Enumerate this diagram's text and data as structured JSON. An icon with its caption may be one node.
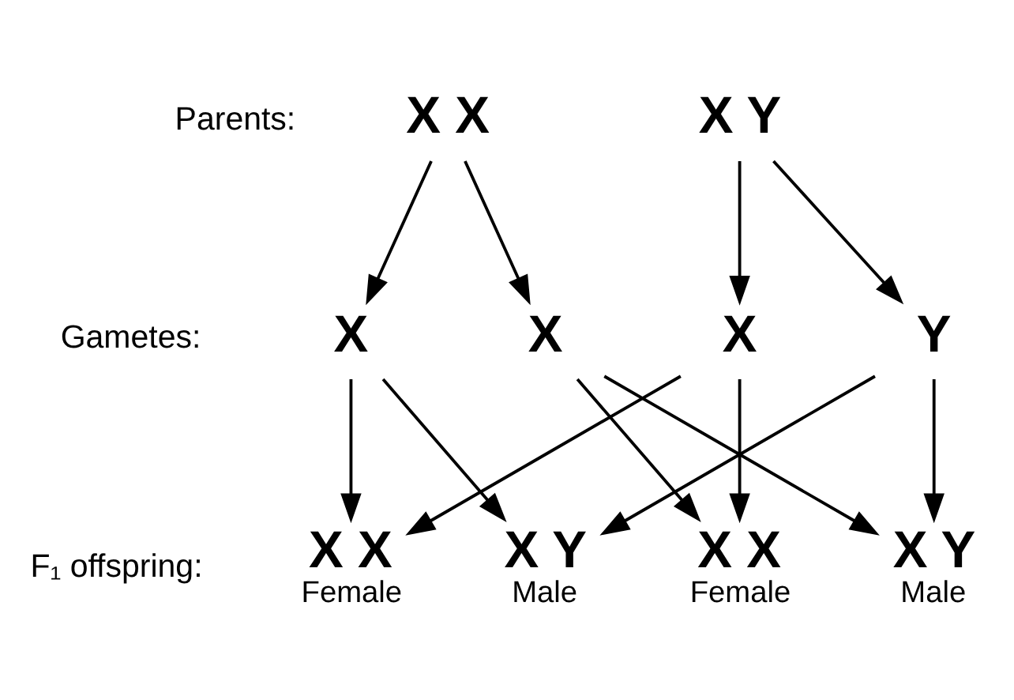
{
  "diagram": {
    "nodes": [
      {
        "text": [
          "X X"
        ]
      },
      {
        "text": [
          "X Y"
        ]
      },
      {
        "text": [
          "X"
        ]
      },
      {
        "text": [
          "X"
        ]
      },
      {
        "text": [
          "X"
        ]
      },
      {
        "text": [
          "Y"
        ]
      },
      {
        "text": [
          "X X",
          "Female"
        ]
      },
      {
        "text": [
          "X Y",
          "Male"
        ]
      },
      {
        "text": [
          "X X",
          "Female"
        ]
      },
      {
        "text": [
          "X Y",
          "Male"
        ]
      }
    ],
    "edges": [
      {
        "from": 0,
        "to": 2,
        "arrow": "to"
      },
      {
        "from": 0,
        "to": 3,
        "arrow": "to"
      },
      {
        "from": 1,
        "to": 4,
        "arrow": "to"
      },
      {
        "from": 1,
        "to": 5,
        "arrow": "to"
      },
      {
        "from": 2,
        "to": 6,
        "arrow": "to"
      },
      {
        "from": 2,
        "to": 7,
        "arrow": "to"
      },
      {
        "from": 3,
        "to": 8,
        "arrow": "to"
      },
      {
        "from": 3,
        "to": 9,
        "arrow": "to"
      },
      {
        "from": 4,
        "to": 6,
        "arrow": "to"
      },
      {
        "from": 4,
        "to": 8,
        "arrow": "to"
      },
      {
        "from": 5,
        "to": 7,
        "arrow": "to"
      },
      {
        "from": 5,
        "to": 9,
        "arrow": "to"
      }
    ],
    "labels": [
      "Parents:",
      "Gametes:",
      "F₁ offspring:"
    ]
  }
}
